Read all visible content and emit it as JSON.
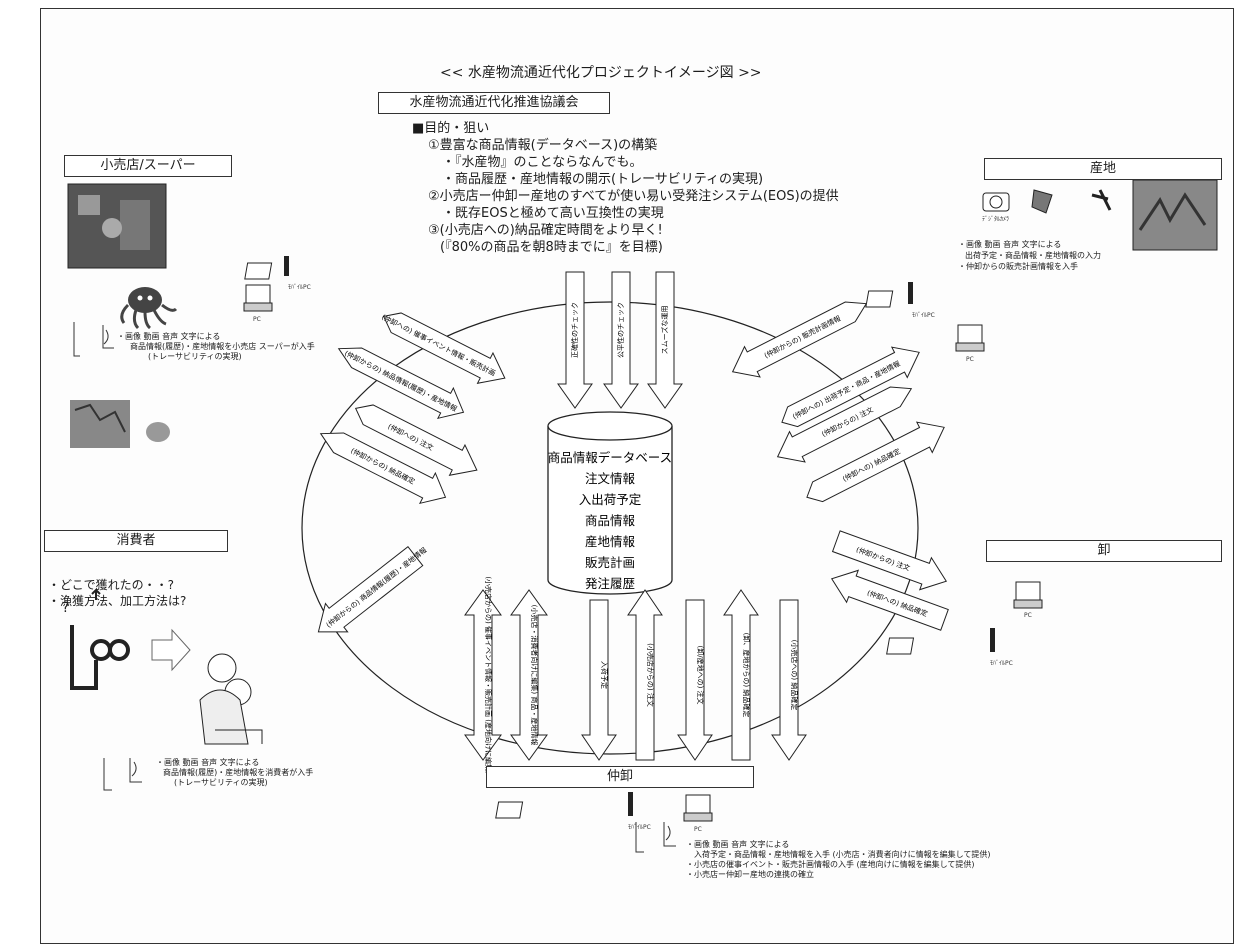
{
  "title": "<< 水産物流通近代化プロジェクトイメージ図 >>",
  "council": "水産物流通近代化推進協議会",
  "goals": [
    "■目的・狙い",
    "①豊富な商品情報(データベース)の構築",
    "・『水産物』のことならなんでも。",
    "・商品履歴・産地情報の開示(トレーサビリティの実現)",
    "②小売店ー仲卸ー産地のすべてが使い易い受発注システム(EOS)の提供",
    "・既存EOSと極めて高い互換性の実現",
    "③(小売店への)納品確定時間をより早く!",
    "(『80%の商品を朝8時までに』を目標)"
  ],
  "database": {
    "lines": [
      "商品情報データベース",
      "注文情報",
      "入出荷予定",
      "商品情報",
      "産地情報",
      "販売計画",
      "発注履歴"
    ]
  },
  "top_arrows": [
    "正確性のチェック",
    "公平性のチェック",
    "スムーズな運用"
  ],
  "left_arrows": [
    "(仲卸への) 催事イベント情報・販売計画",
    "(仲卸からの) 納品情報(履歴)・産地情報",
    "(仲卸への) 注文",
    "(仲卸からの) 納品確定"
  ],
  "consumer_arrow": "(仲卸からの) 商品情報(履歴)・産地情報",
  "right_arrows": [
    "(仲卸からの) 販売計画情報",
    "(仲卸への) 出荷予定・商品・産地情報",
    "(仲卸からの) 注文",
    "(仲卸への) 納品確定"
  ],
  "wholesale_arrows": [
    "(仲卸からの) 注文",
    "(仲卸への) 納品確定"
  ],
  "bottom_arrows": [
    "(小売店からの) 催事イベント情報・販売計画 (産地向けに編集)",
    "(小売店・消費者向けに編集) 商品・産地情報",
    "入荷予定",
    "(小売店からの) 注文",
    "(卸/産地への) 注文",
    "(卸、産地からの) 納品確定",
    "(小売店への) 納品確定"
  ],
  "sections": {
    "retail": {
      "label": "小売店/スーパー",
      "device_labels": [
        "PC",
        "ﾓﾊﾞｲﾙPC"
      ],
      "notes": [
        "・画像 動画 音声 文字による",
        "商品情報(履歴)・産地情報を小売店 スーパーが入手",
        "(トレーサビリティの実現)"
      ]
    },
    "origin": {
      "label": "産地",
      "camera_label": "ﾃﾞｼﾞﾀﾙｶﾒﾗ",
      "device_labels": [
        "ﾓﾊﾞｲﾙPC",
        "PC"
      ],
      "notes": [
        "・画像 動画 音声 文字による",
        "出荷予定・商品情報・産地情報の入力",
        "・仲卸からの販売計画情報を入手"
      ]
    },
    "consumer": {
      "label": "消費者",
      "questions": [
        "・どこで獲れたの・・?",
        "・漁獲方法、加工方法は?"
      ],
      "notes": [
        "・画像 動画 音声 文字による",
        "商品情報(履歴)・産地情報を消費者が入手",
        "(トレーサビリティの実現)"
      ]
    },
    "wholesaler": {
      "label": "卸",
      "device_labels": [
        "PC",
        "ﾓﾊﾞｲﾙPC"
      ]
    },
    "intermediate": {
      "label": "仲卸",
      "device_labels": [
        "ﾓﾊﾞｲﾙPC",
        "PC"
      ],
      "notes": [
        "・画像 動画 音声 文字による",
        "入荷予定・商品情報・産地情報を入手 (小売店・消費者向けに情報を編集して提供)",
        "・小売店の催事イベント・販売計画情報の入手 (産地向けに情報を編集して提供)",
        "・小売店ー仲卸ー産地の連携の確立"
      ]
    }
  }
}
